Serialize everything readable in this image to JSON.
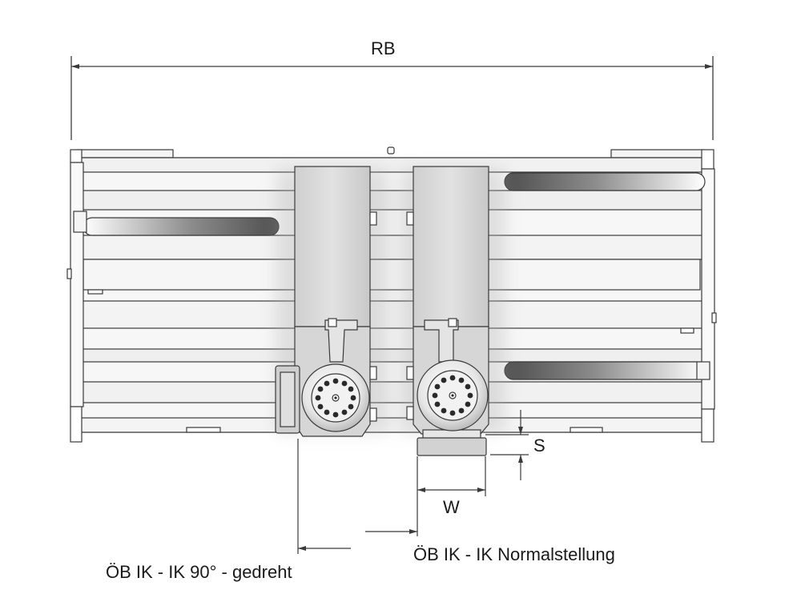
{
  "labels": {
    "overall_width": "RB",
    "s_dimension": "S",
    "w_dimension": "W",
    "normal_position": "ÖB IK - IK Normalstellung",
    "rotated_position": "ÖB IK - IK 90° - gedreht"
  },
  "colors": {
    "line": "#3a3a3a",
    "frame_fill": "#f4f4f4",
    "carriage_fill": "#dcdcdc",
    "fork_slot": "#7a7a7a",
    "bolt": "#2a2a2a"
  }
}
